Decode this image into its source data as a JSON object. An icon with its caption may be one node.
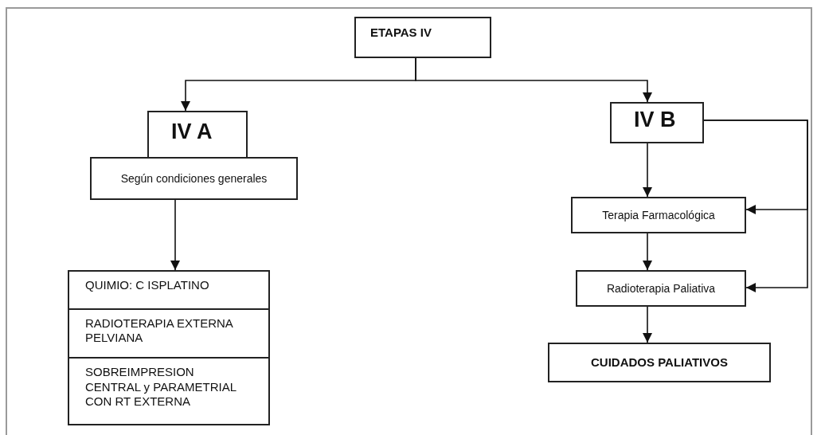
{
  "diagram": {
    "nodes": [
      {
        "text": [
          "ETAPAS IV"
        ]
      },
      {
        "text": [
          "IV A"
        ]
      },
      {
        "text": [
          "Según condiciones generales"
        ]
      },
      {
        "text": [
          "QUIMIO: C ISPLATINO",
          "RADIOTERAPIA EXTERNA PELVIANA",
          "SOBREIMPRESION CENTRAL y PARAMETRIAL CON RT EXTERNA"
        ]
      },
      {
        "text": [
          "IV B"
        ]
      },
      {
        "text": [
          "Terapia Farmacológica"
        ]
      },
      {
        "text": [
          "Radioterapia Paliativa"
        ]
      },
      {
        "text": [
          "CUIDADOS PALIATIVOS"
        ]
      }
    ],
    "edges": [
      {
        "from": 0,
        "to": 1,
        "arrow": "to"
      },
      {
        "from": 0,
        "to": 4,
        "arrow": "to"
      },
      {
        "from": 2,
        "to": 3,
        "arrow": "to"
      },
      {
        "from": 4,
        "to": 5,
        "arrow": "to"
      },
      {
        "from": 4,
        "to": 5,
        "arrow": "to"
      },
      {
        "from": 4,
        "to": 6,
        "arrow": "to"
      },
      {
        "from": 5,
        "to": 6,
        "arrow": "to"
      },
      {
        "from": 6,
        "to": 7,
        "arrow": "to"
      }
    ]
  }
}
